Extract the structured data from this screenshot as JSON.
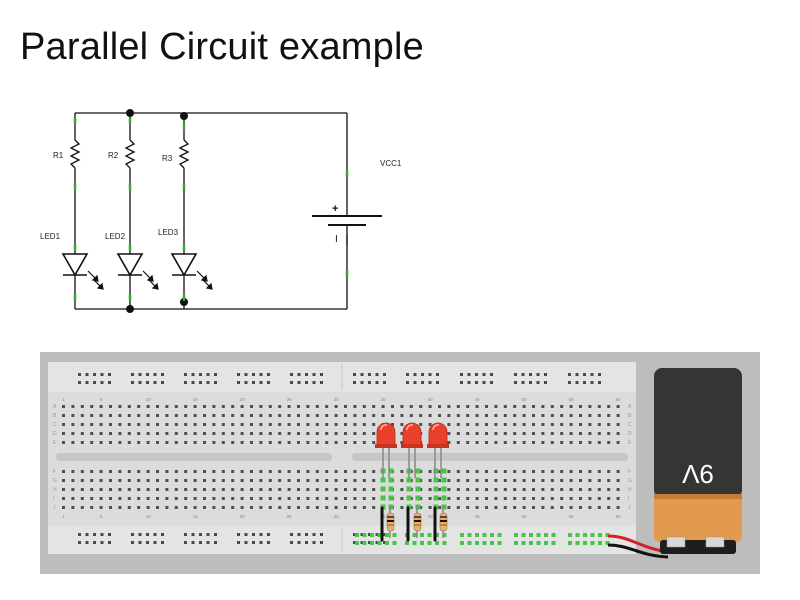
{
  "title": "Parallel Circuit example",
  "schematic": {
    "resistors": [
      "R1",
      "R2",
      "R3"
    ],
    "leds": [
      "LED1",
      "LED2",
      "LED3"
    ],
    "source": "VCC1",
    "plus": "+",
    "minus": "I"
  },
  "breadboard": {
    "column_numbers": [
      "1",
      "5",
      "10",
      "15",
      "20",
      "25",
      "30",
      "35",
      "40",
      "45",
      "50",
      "55",
      "60"
    ],
    "row_letters_top": [
      "A",
      "B",
      "C",
      "D",
      "E"
    ],
    "row_letters_bottom": [
      "F",
      "G",
      "H",
      "I",
      "J"
    ],
    "battery_label": "9V",
    "led_count": 3,
    "led_color": "#e8402a",
    "wire_color_positive": "#d42020",
    "wire_color_negative": "#111111",
    "battery_top_color": "#333333",
    "battery_bottom_color": "#e29a4f",
    "board_color": "#dcdcdc",
    "frame_color": "#bdbdbd"
  }
}
